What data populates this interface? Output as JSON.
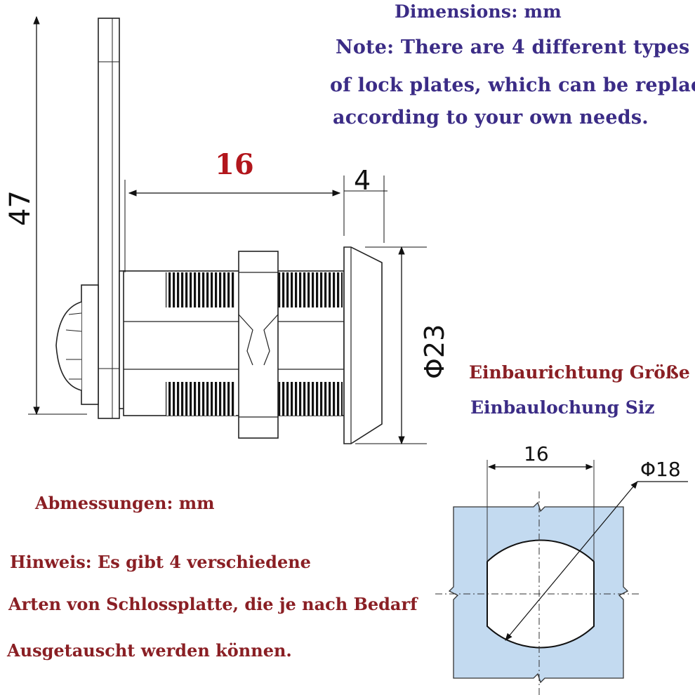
{
  "english": {
    "title": "Dimensions: mm",
    "note_lines": [
      "Note: There are 4 different types",
      "of lock plates, which can be replaced",
      "according to your own needs."
    ]
  },
  "german": {
    "title": "Abmessungen: mm",
    "note_lines": [
      "Hinweis: Es gibt 4 verschiedene",
      "Arten von Schlossplatte, die je nach Bedarf",
      "Ausgetauscht werden können."
    ]
  },
  "cutout_labels": {
    "direction": "Einbaurichtung Größe",
    "hole": "Einbaulochung Siz"
  },
  "dimensions": {
    "length": "16",
    "plate_height": "47",
    "flange": "4",
    "diameter": "Φ23",
    "cutout_width": "16",
    "cutout_diameter": "Φ18"
  },
  "colors": {
    "english_text": "#3b2c86",
    "german_text": "#8a1f24",
    "dimension_red": "#b2161c",
    "panel_fill": "#c3daf0"
  }
}
